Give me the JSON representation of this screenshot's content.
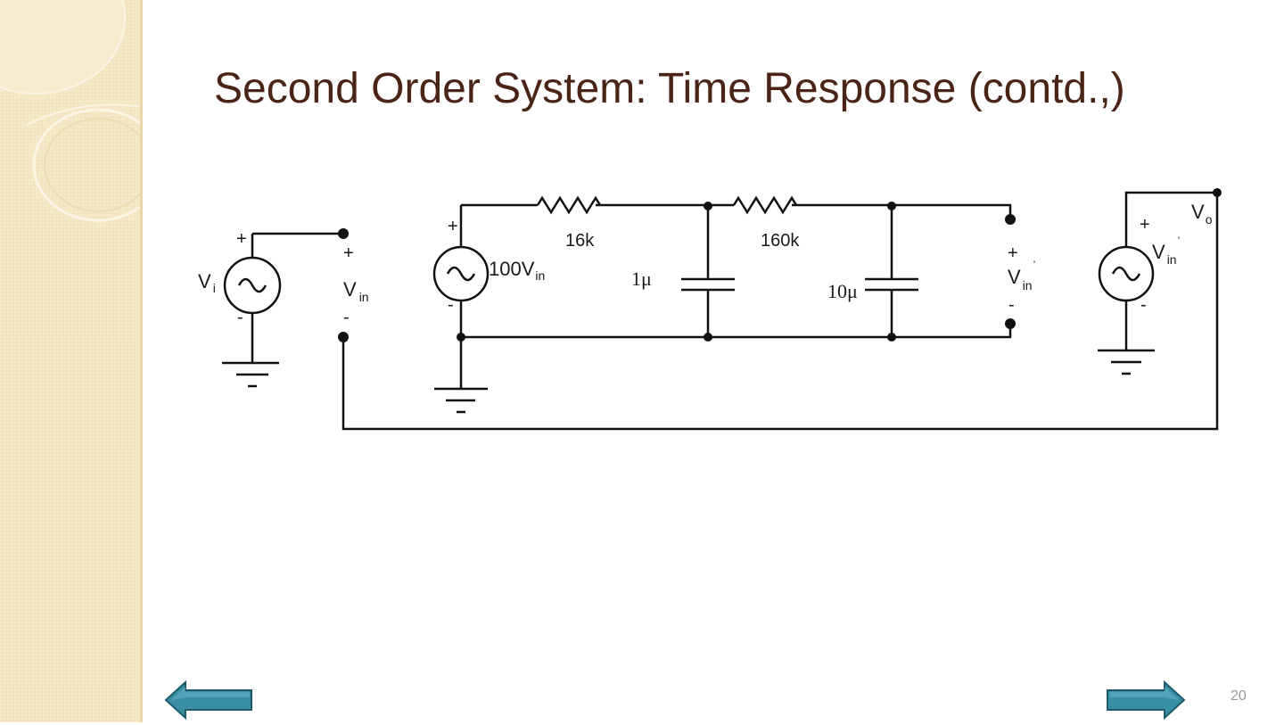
{
  "slide": {
    "title": "Second Order System: Time Response (contd.,)",
    "page_number": "20",
    "colors": {
      "sidebar": "#f2e4bd",
      "title": "#4a2417",
      "nav_arrow": "#3a8ea4"
    }
  },
  "circuit": {
    "source_vi": {
      "label": "V",
      "sub": "i",
      "plus": "+",
      "minus": "-"
    },
    "vin_out": {
      "label": "V",
      "sub": "in",
      "plus": "+",
      "minus": "-"
    },
    "dep_source": {
      "label": "100V",
      "sub": "in",
      "plus": "+",
      "minus": "-"
    },
    "r1": "16k",
    "r2": "160k",
    "c1": "1μ",
    "c2": "10μ",
    "vin_prime": {
      "label": "V",
      "sub": "in",
      "prime": "’",
      "plus": "+",
      "minus": "-"
    },
    "source_vin_prime": {
      "label": "V",
      "sub": "in",
      "prime": "’",
      "plus": "+",
      "minus": "-"
    },
    "vo": {
      "label": "V",
      "sub": "o"
    }
  },
  "nav": {
    "prev_icon": "left-arrow-icon",
    "next_icon": "right-arrow-icon"
  }
}
